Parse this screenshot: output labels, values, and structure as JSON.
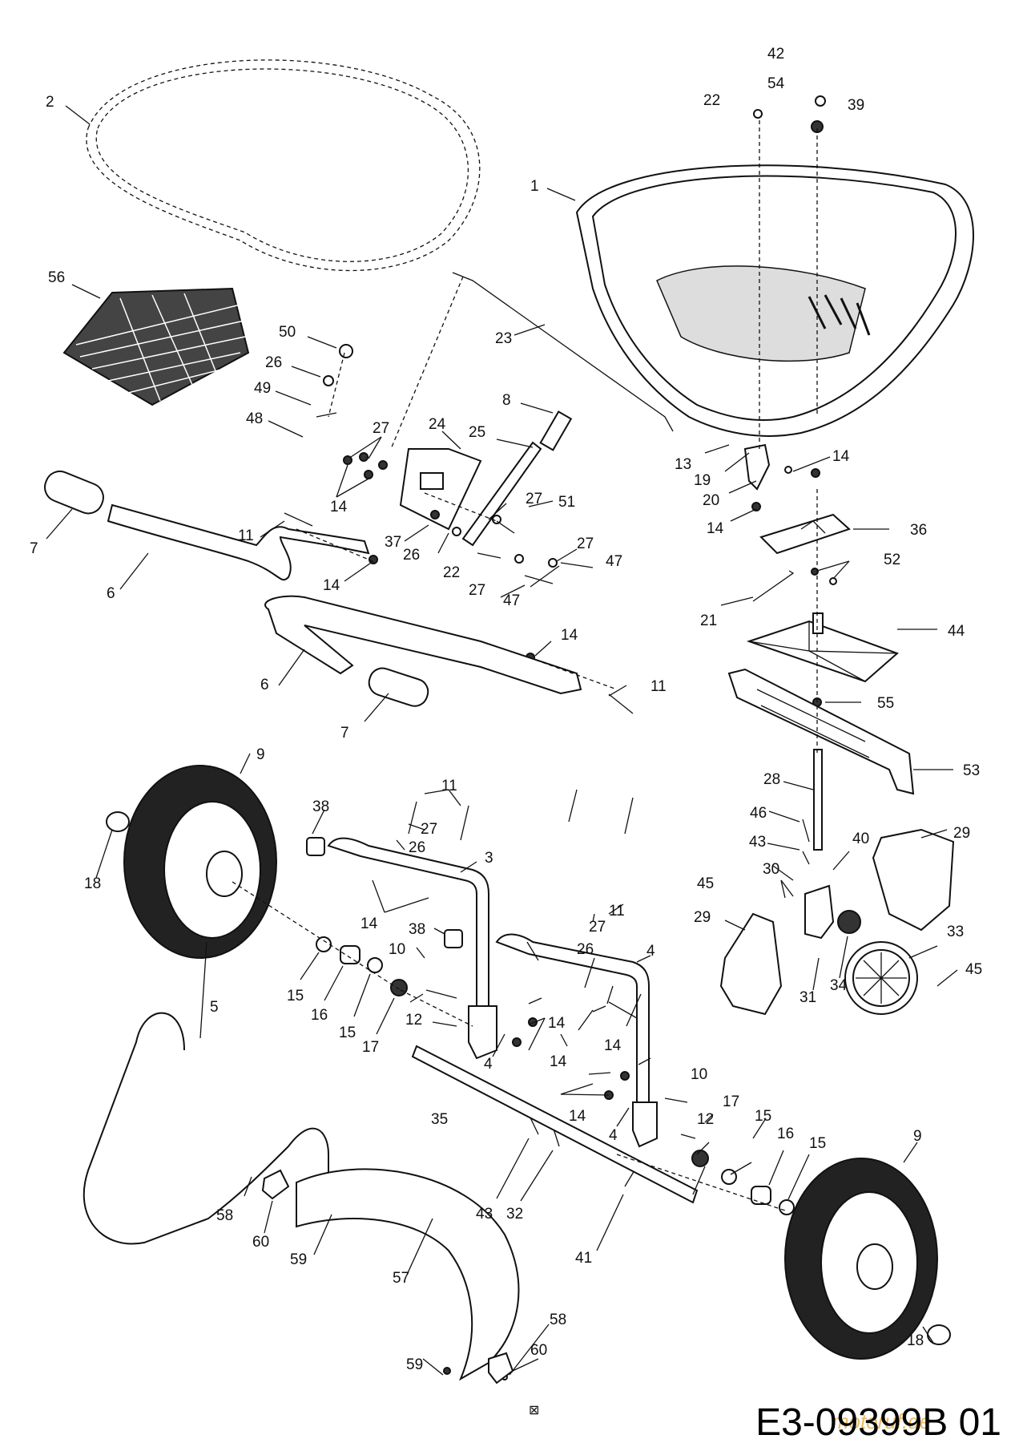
{
  "document_id": "E3-09399B 01",
  "watermark": "motoruf.de",
  "stray_glyph": "⊠",
  "callouts": {
    "c1": "1",
    "c2": "2",
    "c3": "3",
    "c4a": "4",
    "c4b": "4",
    "c4c": "4",
    "c5": "5",
    "c6a": "6",
    "c6b": "6",
    "c7a": "7",
    "c7b": "7",
    "c8": "8",
    "c9a": "9",
    "c9b": "9",
    "c10a": "10",
    "c10b": "10",
    "c11a": "11",
    "c11b": "11",
    "c11c": "11",
    "c11d": "11",
    "c12a": "12",
    "c12b": "12",
    "c13": "13",
    "c14a": "14",
    "c14b": "14",
    "c14c": "14",
    "c14d": "14",
    "c14e": "14",
    "c14f": "14",
    "c14g": "14",
    "c14h": "14",
    "c14i": "14",
    "c14j": "14",
    "c15a": "15",
    "c15b": "15",
    "c15c": "15",
    "c15d": "15",
    "c16a": "16",
    "c16b": "16",
    "c17a": "17",
    "c17b": "17",
    "c18a": "18",
    "c18b": "18",
    "c19": "19",
    "c20": "20",
    "c21": "21",
    "c22a": "22",
    "c22b": "22",
    "c23": "23",
    "c24": "24",
    "c25": "25",
    "c26a": "26",
    "c26b": "26",
    "c26c": "26",
    "c26d": "26",
    "c27a": "27",
    "c27b": "27",
    "c27c": "27",
    "c27d": "27",
    "c27e": "27",
    "c27f": "27",
    "c28": "28",
    "c29a": "29",
    "c29b": "29",
    "c30": "30",
    "c31": "31",
    "c32": "32",
    "c33": "33",
    "c34": "34",
    "c35": "35",
    "c36": "36",
    "c37": "37",
    "c38a": "38",
    "c38b": "38",
    "c39": "39",
    "c40": "40",
    "c41": "41",
    "c42": "42",
    "c43a": "43",
    "c43b": "43",
    "c44": "44",
    "c45a": "45",
    "c45b": "45",
    "c46": "46",
    "c47a": "47",
    "c47b": "47",
    "c48": "48",
    "c49": "49",
    "c50": "50",
    "c51": "51",
    "c52": "52",
    "c53": "53",
    "c54": "54",
    "c55": "55",
    "c56": "56",
    "c57": "57",
    "c58a": "58",
    "c58b": "58",
    "c59a": "59",
    "c59b": "59",
    "c60a": "60",
    "c60b": "60"
  }
}
